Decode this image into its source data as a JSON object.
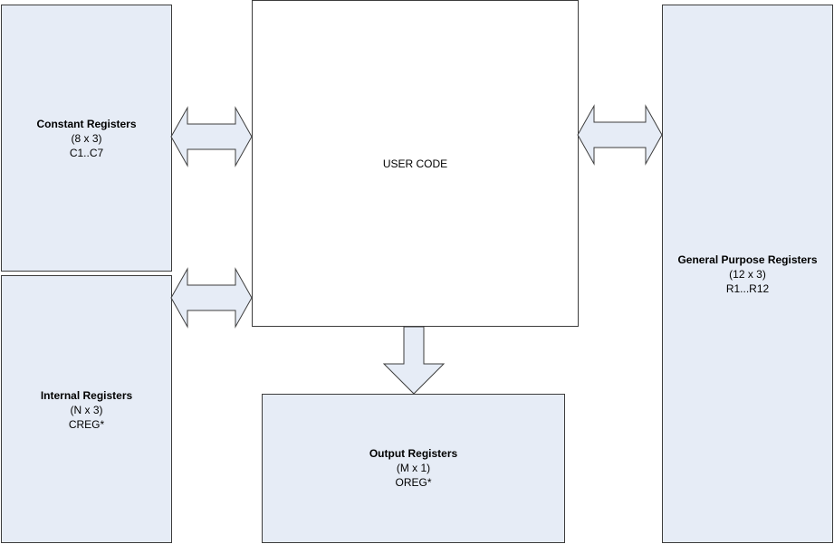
{
  "user_code": {
    "label": "USER CODE"
  },
  "constant_registers": {
    "title": "Constant Registers",
    "size": "(8 x 3)",
    "range": "C1..C7"
  },
  "internal_registers": {
    "title": "Internal Registers",
    "size": "(N x 3)",
    "range": "CREG*"
  },
  "output_registers": {
    "title": "Output Registers",
    "size": "(M x 1)",
    "range": "OREG*"
  },
  "general_purpose_registers": {
    "title": "General Purpose Registers",
    "size": "(12 x 3)",
    "range": "R1...R12"
  },
  "colors": {
    "block_fill": "#e6ecf6",
    "user_code_fill": "#ffffff",
    "outline": "#3c3c3c"
  }
}
